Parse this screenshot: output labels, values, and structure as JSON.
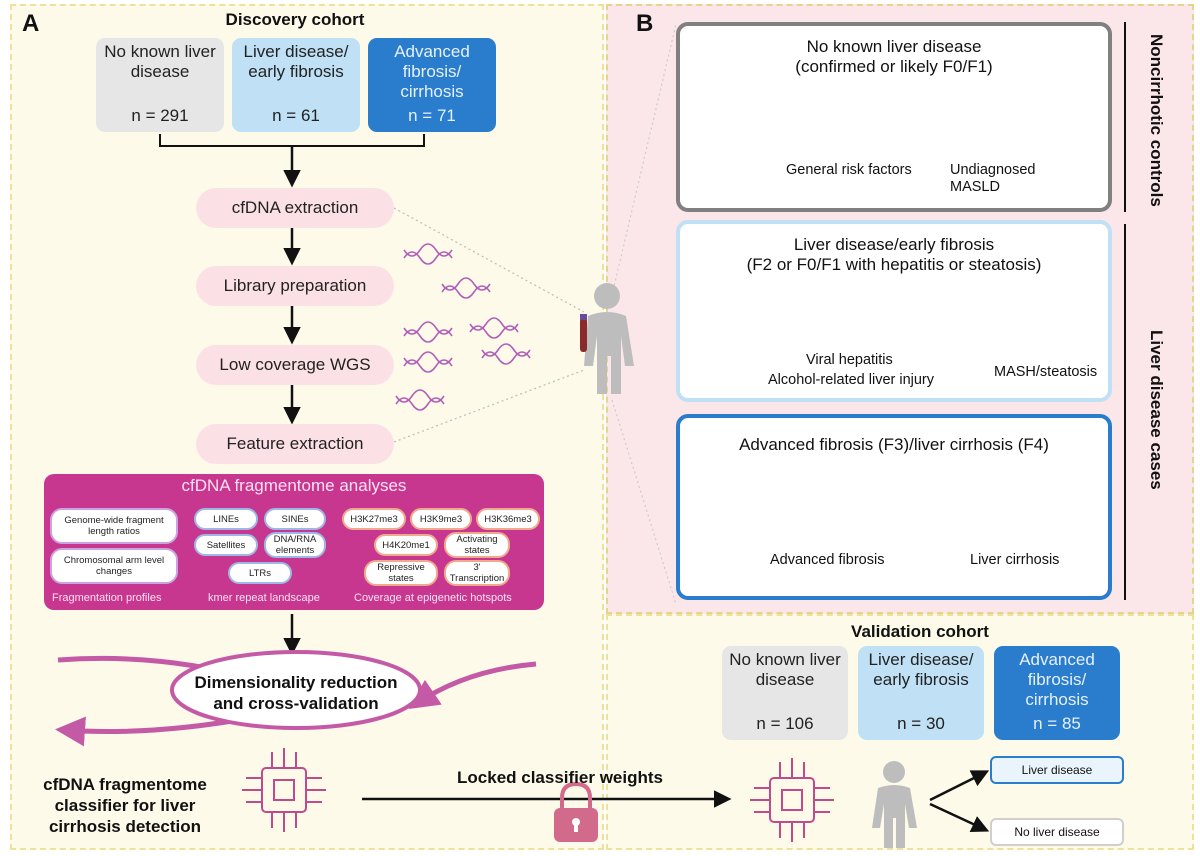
{
  "panel_a": {
    "letter": "A",
    "discovery": {
      "title": "Discovery cohort",
      "groups": [
        {
          "label": "No known liver disease",
          "n": "n = 291"
        },
        {
          "label": "Liver disease/ early fibrosis",
          "n": "n = 61"
        },
        {
          "label": "Advanced fibrosis/ cirrhosis",
          "n": "n = 71"
        }
      ]
    },
    "steps": [
      "cfDNA extraction",
      "Library preparation",
      "Low coverage WGS",
      "Feature extraction"
    ],
    "fragmentome": {
      "title": "cfDNA fragmentome analyses",
      "profiles": [
        "Genome-wide fragment length ratios",
        "Chromosomal arm level changes"
      ],
      "repeats": [
        "LINEs",
        "SINEs",
        "Satellites",
        "DNA/RNA elements",
        "LTRs"
      ],
      "epigenetic": [
        "H3K27me3",
        "H3K9me3",
        "H3K36me3",
        "H4K20me1",
        "Activating states",
        "Repressive states",
        "3' Transcription"
      ],
      "group_labels": [
        "Fragmentation profiles",
        "kmer repeat landscape",
        "Coverage at epigenetic hotspots"
      ]
    },
    "dimred": "Dimensionality reduction and cross-validation",
    "classifier": "cfDNA fragmentome classifier for liver cirrhosis detection",
    "locked": "Locked classifier weights"
  },
  "panel_b": {
    "letter": "B",
    "categories": [
      {
        "title": "No known liver disease",
        "subtitle": "(confirmed or likely F0/F1)",
        "items": [
          "General risk factors",
          "Undiagnosed MASLD"
        ]
      },
      {
        "title": "Liver disease/early fibrosis",
        "subtitle": "(F2 or F0/F1 with hepatitis or steatosis)",
        "items": [
          "Viral hepatitis",
          "Alcohol-related liver injury",
          "MASH/steatosis"
        ]
      },
      {
        "title": "Advanced fibrosis (F3)/liver cirrhosis (F4)",
        "items": [
          "Advanced fibrosis",
          "Liver cirrhosis"
        ]
      }
    ],
    "side_labels": [
      "Noncirrhotic controls",
      "Liver disease cases"
    ]
  },
  "validation": {
    "title": "Validation cohort",
    "groups": [
      {
        "label": "No known liver disease",
        "n": "n = 106"
      },
      {
        "label": "Liver disease/ early fibrosis",
        "n": "n = 30"
      },
      {
        "label": "Advanced fibrosis/ cirrhosis",
        "n": "n = 85"
      }
    ],
    "outputs": [
      "Liver disease",
      "No liver disease"
    ]
  },
  "colors": {
    "gray": "#e6e6e6",
    "light_blue": "#bfe0f5",
    "dark_blue": "#2a7ccd",
    "magenta": "#c8378f",
    "pink_step": "#fbe1e6",
    "panel_yellow": "#fdfaea",
    "panel_pink": "#fbe7ea"
  }
}
